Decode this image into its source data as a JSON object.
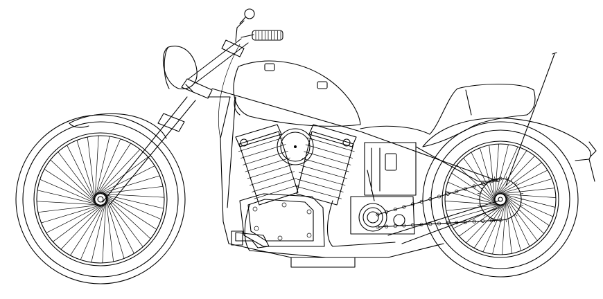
{
  "drawing": {
    "subject": "",
    "line_color": "#000000",
    "background_color": "#ffffff",
    "front_wheel_spokes": 36,
    "rear_wheel_spokes": 36,
    "engine_fins": 8
  }
}
